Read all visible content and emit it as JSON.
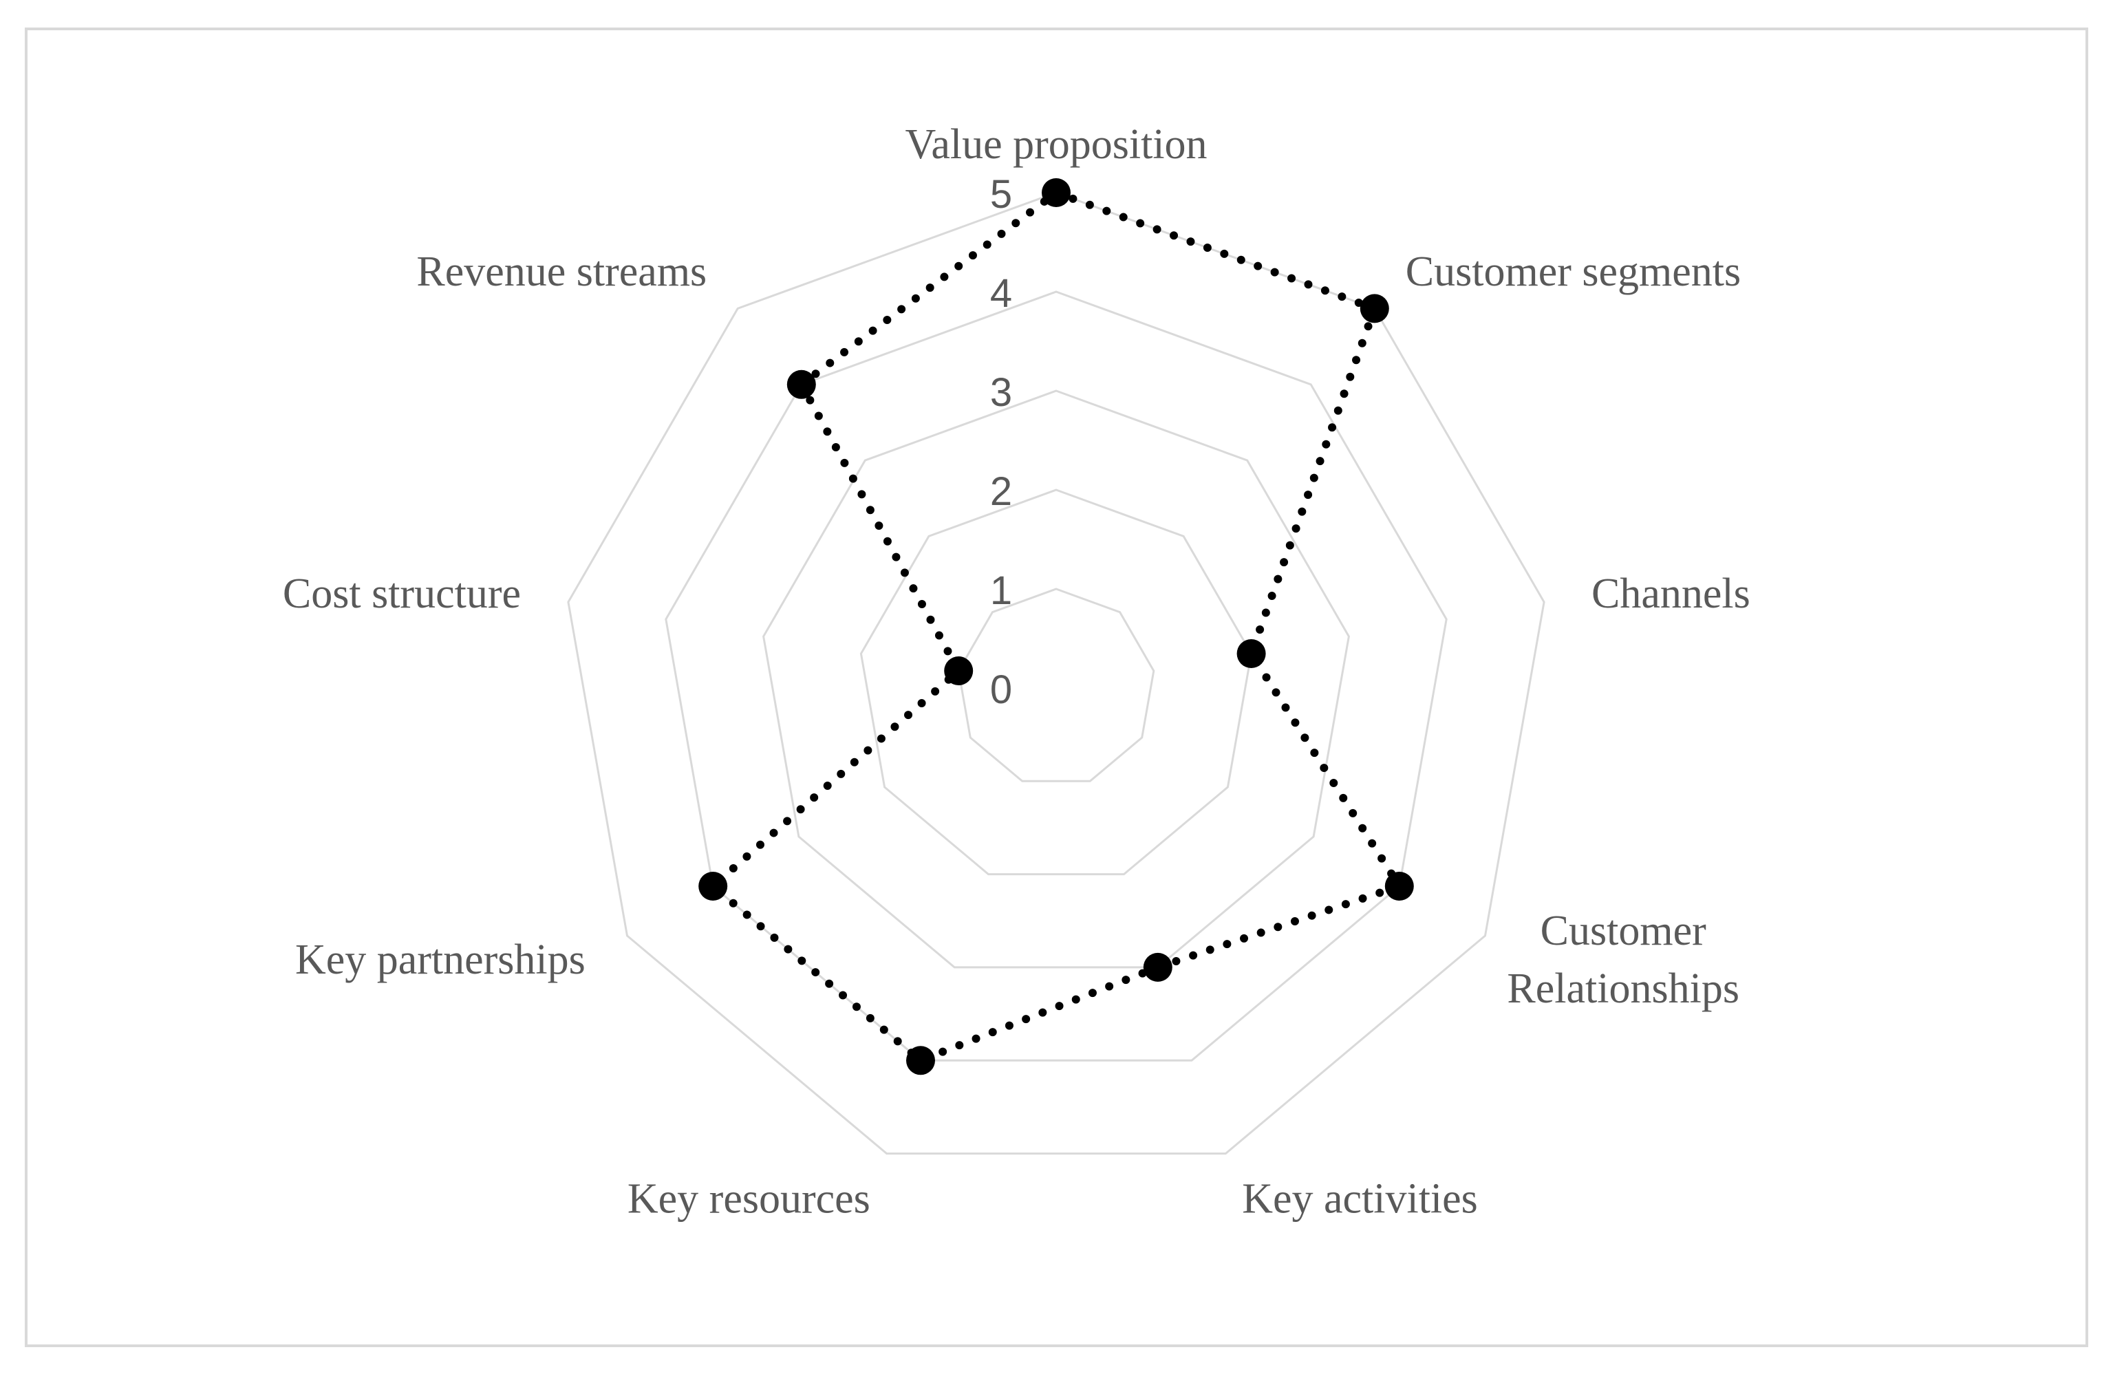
{
  "chart_data": {
    "type": "radar",
    "categories": [
      "Value proposition",
      "Customer segments",
      "Channels",
      "Customer Relationships",
      "Key activities",
      "Key resources",
      "Key partnerships",
      "Cost structure",
      "Revenue streams"
    ],
    "series": [
      {
        "values": [
          5,
          5,
          2,
          4,
          3,
          4,
          4,
          1,
          4
        ]
      }
    ],
    "rlim": [
      0,
      5
    ],
    "r_ticks": [
      "0",
      "1",
      "2",
      "3",
      "4",
      "5"
    ],
    "grid": true,
    "line_style": "dotted",
    "marker": "circle",
    "colors": {
      "series": "#000000",
      "grid": "#d9d9d9",
      "text": "#595959",
      "frame": "#d9d9d9"
    }
  }
}
